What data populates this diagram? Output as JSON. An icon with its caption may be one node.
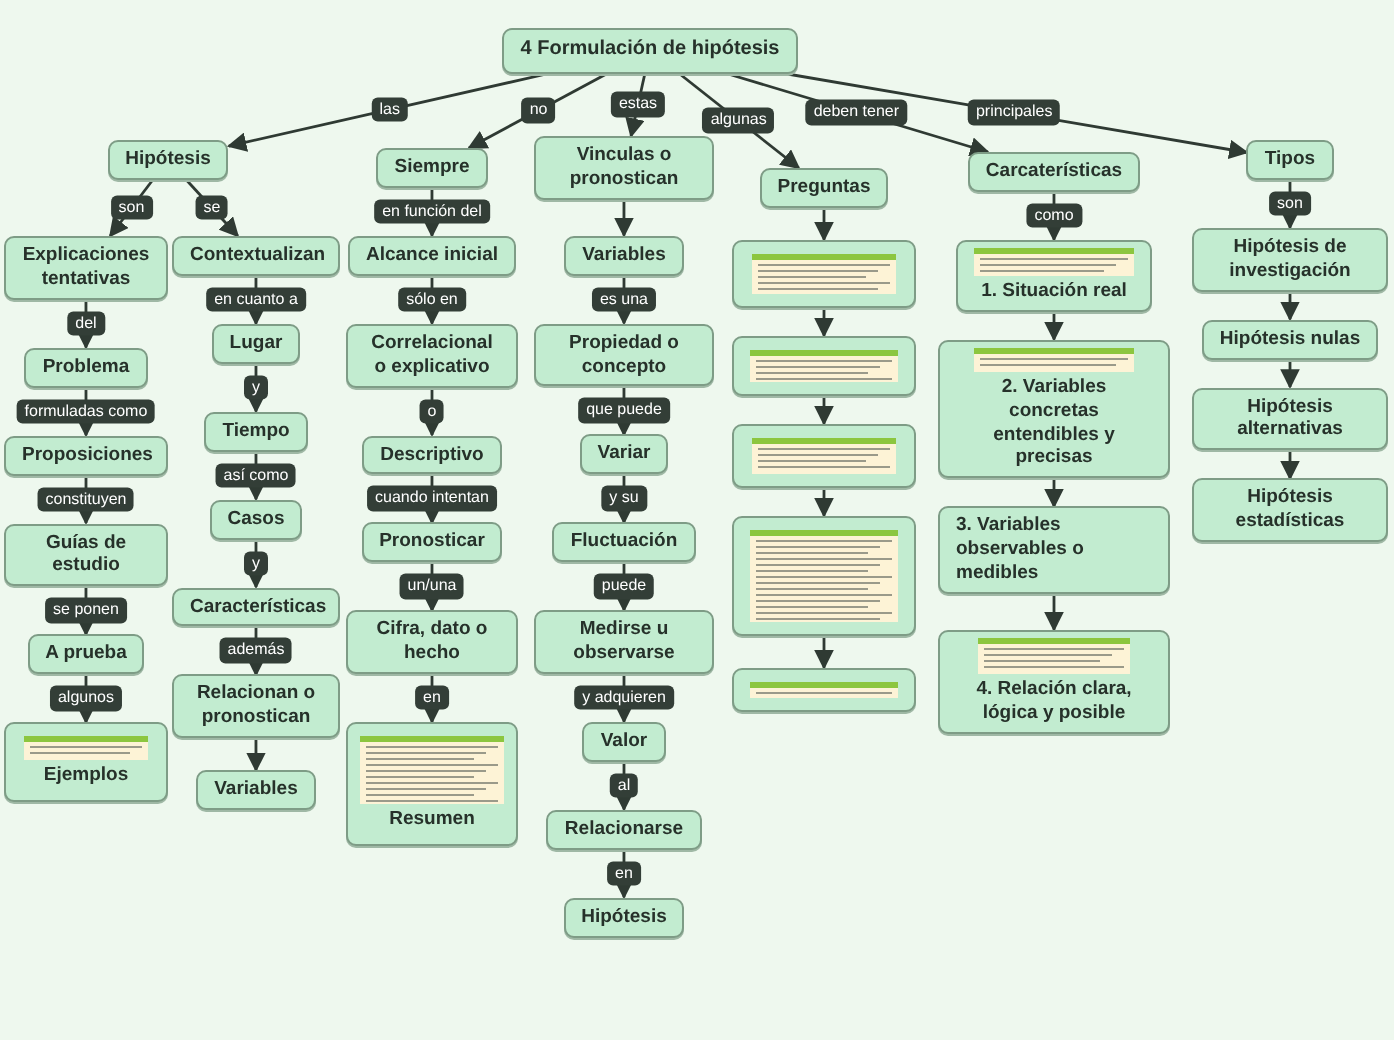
{
  "diagram": {
    "nodes": [
      {
        "text": [
          "4 Formulación de hipótesis"
        ]
      },
      {
        "text": [
          "Hipótesis"
        ]
      },
      {
        "text": [
          "Explicaciones tentativas"
        ]
      },
      {
        "text": [
          "Problema"
        ]
      },
      {
        "text": [
          "Proposiciones"
        ]
      },
      {
        "text": [
          "Guías de estudio"
        ]
      },
      {
        "text": [
          "A prueba"
        ]
      },
      {
        "text": [
          "Ejemplos"
        ]
      },
      {
        "text": [
          "Contextualizan"
        ]
      },
      {
        "text": [
          "Lugar"
        ]
      },
      {
        "text": [
          "Tiempo"
        ]
      },
      {
        "text": [
          "Casos"
        ]
      },
      {
        "text": [
          "Características"
        ]
      },
      {
        "text": [
          "Relacionan o pronostican"
        ]
      },
      {
        "text": [
          "Variables"
        ]
      },
      {
        "text": [
          "Siempre"
        ]
      },
      {
        "text": [
          "Alcance inicial"
        ]
      },
      {
        "text": [
          "Correlacional o explicativo"
        ]
      },
      {
        "text": [
          "Descriptivo"
        ]
      },
      {
        "text": [
          "Pronosticar"
        ]
      },
      {
        "text": [
          "Cifra, dato o hecho"
        ]
      },
      {
        "text": [
          "Resumen"
        ]
      },
      {
        "text": [
          "Vinculas o pronostican"
        ]
      },
      {
        "text": [
          "Variables"
        ]
      },
      {
        "text": [
          "Propiedad o concepto"
        ]
      },
      {
        "text": [
          "Variar"
        ]
      },
      {
        "text": [
          "Fluctuación"
        ]
      },
      {
        "text": [
          "Medirse u observarse"
        ]
      },
      {
        "text": [
          "Valor"
        ]
      },
      {
        "text": [
          "Relacionarse"
        ]
      },
      {
        "text": [
          "Hipótesis"
        ]
      },
      {
        "text": [
          "Preguntas"
        ]
      },
      {
        "text": [],
        "shape": "picture"
      },
      {
        "text": [],
        "shape": "picture"
      },
      {
        "text": [],
        "shape": "picture"
      },
      {
        "text": [],
        "shape": "picture"
      },
      {
        "text": [],
        "shape": "picture"
      },
      {
        "text": [
          "Carcaterísticas"
        ]
      },
      {
        "text": [
          "1. Situación real"
        ]
      },
      {
        "text": [
          "2. Variables concretas entendibles y precisas"
        ]
      },
      {
        "text": [
          "3. Variables observables o medibles"
        ]
      },
      {
        "text": [
          "4. Relación clara, lógica y posible"
        ]
      },
      {
        "text": [
          "Tipos"
        ]
      },
      {
        "text": [
          "Hipótesis de investigación"
        ]
      },
      {
        "text": [
          "Hipótesis nulas"
        ]
      },
      {
        "text": [
          "Hipótesis alternativas"
        ]
      },
      {
        "text": [
          "Hipótesis estadísticas"
        ]
      }
    ],
    "edges": [
      {
        "from": 0,
        "to": 1,
        "arrow": "to",
        "label": "las"
      },
      {
        "from": 0,
        "to": 15,
        "arrow": "to",
        "label": "no"
      },
      {
        "from": 0,
        "to": 22,
        "arrow": "to",
        "label": "estas"
      },
      {
        "from": 0,
        "to": 31,
        "arrow": "to",
        "label": "algunas"
      },
      {
        "from": 0,
        "to": 37,
        "arrow": "to",
        "label": "deben tener"
      },
      {
        "from": 0,
        "to": 42,
        "arrow": "to",
        "label": "principales"
      },
      {
        "from": 1,
        "to": 2,
        "arrow": "to",
        "label": "son"
      },
      {
        "from": 1,
        "to": 8,
        "arrow": "to",
        "label": "se"
      },
      {
        "from": 2,
        "to": 3,
        "arrow": "to",
        "label": "del"
      },
      {
        "from": 3,
        "to": 4,
        "arrow": "to",
        "label": "formuladas como"
      },
      {
        "from": 4,
        "to": 5,
        "arrow": "to",
        "label": "constituyen"
      },
      {
        "from": 5,
        "to": 6,
        "arrow": "to",
        "label": "se ponen"
      },
      {
        "from": 6,
        "to": 7,
        "arrow": "to",
        "label": "algunos"
      },
      {
        "from": 8,
        "to": 9,
        "arrow": "to",
        "label": "en cuanto a"
      },
      {
        "from": 9,
        "to": 10,
        "arrow": "to",
        "label": "y"
      },
      {
        "from": 10,
        "to": 11,
        "arrow": "to",
        "label": "así como"
      },
      {
        "from": 11,
        "to": 12,
        "arrow": "to",
        "label": "y"
      },
      {
        "from": 12,
        "to": 13,
        "arrow": "to",
        "label": "además"
      },
      {
        "from": 13,
        "to": 14,
        "arrow": "to"
      },
      {
        "from": 15,
        "to": 16,
        "arrow": "to",
        "label": "en función del"
      },
      {
        "from": 16,
        "to": 17,
        "arrow": "to",
        "label": "sólo en"
      },
      {
        "from": 17,
        "to": 18,
        "arrow": "to",
        "label": "o"
      },
      {
        "from": 18,
        "to": 19,
        "arrow": "to",
        "label": "cuando intentan"
      },
      {
        "from": 19,
        "to": 20,
        "arrow": "to",
        "label": "un/una"
      },
      {
        "from": 20,
        "to": 21,
        "arrow": "to",
        "label": "en"
      },
      {
        "from": 22,
        "to": 23,
        "arrow": "to"
      },
      {
        "from": 23,
        "to": 24,
        "arrow": "to",
        "label": "es una"
      },
      {
        "from": 24,
        "to": 25,
        "arrow": "to",
        "label": "que puede"
      },
      {
        "from": 25,
        "to": 26,
        "arrow": "to",
        "label": "y su"
      },
      {
        "from": 26,
        "to": 27,
        "arrow": "to",
        "label": "puede"
      },
      {
        "from": 27,
        "to": 28,
        "arrow": "to",
        "label": "y adquieren"
      },
      {
        "from": 28,
        "to": 29,
        "arrow": "to",
        "label": "al"
      },
      {
        "from": 29,
        "to": 30,
        "arrow": "to",
        "label": "en"
      },
      {
        "from": 31,
        "to": 32,
        "arrow": "to"
      },
      {
        "from": 32,
        "to": 33,
        "arrow": "to"
      },
      {
        "from": 33,
        "to": 34,
        "arrow": "to"
      },
      {
        "from": 34,
        "to": 35,
        "arrow": "to"
      },
      {
        "from": 35,
        "to": 36,
        "arrow": "to"
      },
      {
        "from": 37,
        "to": 38,
        "arrow": "to",
        "label": "como"
      },
      {
        "from": 38,
        "to": 39,
        "arrow": "to"
      },
      {
        "from": 39,
        "to": 40,
        "arrow": "to"
      },
      {
        "from": 40,
        "to": 41,
        "arrow": "to"
      },
      {
        "from": 42,
        "to": 43,
        "arrow": "to",
        "label": "son"
      },
      {
        "from": 43,
        "to": 44,
        "arrow": "to"
      },
      {
        "from": 44,
        "to": 45,
        "arrow": "to"
      },
      {
        "from": 45,
        "to": 46,
        "arrow": "to"
      }
    ]
  }
}
